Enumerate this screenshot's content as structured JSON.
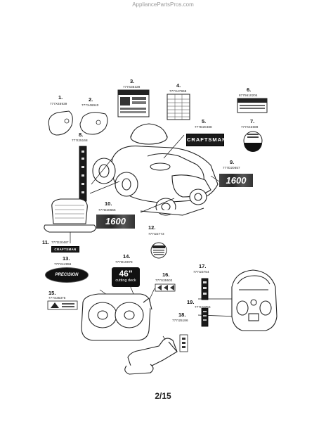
{
  "watermark": "AppliancePartsPros.com",
  "page_number": "2/15",
  "brand_wordmark": "CRAFTSMAN",
  "model_decal": "1600",
  "deck_decal": {
    "size": "46\"",
    "caption": "cutting deck"
  },
  "precision_decal": "PRECISION",
  "callouts": [
    {
      "num": "1.",
      "part": "777X46939"
    },
    {
      "num": "2.",
      "part": "777X46940"
    },
    {
      "num": "3.",
      "part": "777S35328"
    },
    {
      "num": "4.",
      "part": "777X47968"
    },
    {
      "num": "5.",
      "part": "777D20488"
    },
    {
      "num": "6.",
      "part": "8775610204"
    },
    {
      "num": "7.",
      "part": "777X43689"
    },
    {
      "num": "8.",
      "part": "777I25168"
    },
    {
      "num": "9.",
      "part": "777D20657"
    },
    {
      "num": "10.",
      "part": "777D20656"
    },
    {
      "num": "11.",
      "part": "777D20487"
    },
    {
      "num": "12.",
      "part": "777I22773"
    },
    {
      "num": "13.",
      "part": "777X44956"
    },
    {
      "num": "14.",
      "part": "777D19078"
    },
    {
      "num": "15.",
      "part": "777S35375"
    },
    {
      "num": "16.",
      "part": "777S35502"
    },
    {
      "num": "17.",
      "part": "777I23754"
    },
    {
      "num": "18.",
      "part": "777I25186"
    },
    {
      "num": "19.",
      "part": "777I23756"
    }
  ]
}
